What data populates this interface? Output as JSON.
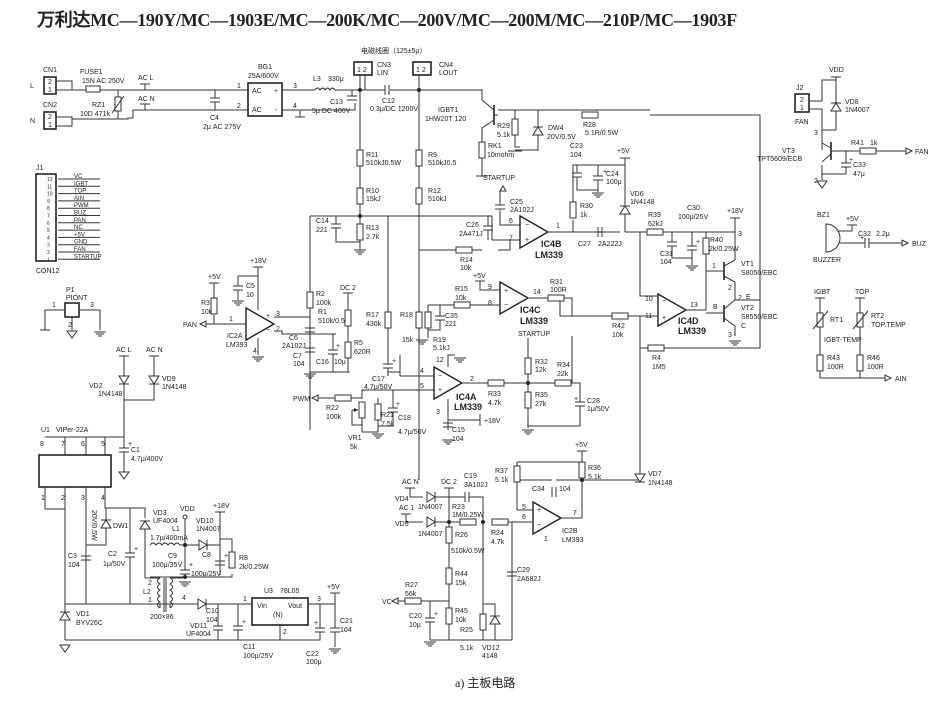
{
  "title": "万利达MC—190Y/MC—1903E/MC—200K/MC—200V/MC—200M/MC—210P/MC—1903F",
  "caption": "a) 主板电路",
  "coil_note": "电磁线圈（125±5μ）",
  "connectors": {
    "cn1": {
      "ref": "CN1",
      "line": "L",
      "pins": [
        "2",
        "1"
      ]
    },
    "cn2": {
      "ref": "CN2",
      "line": "N",
      "pins": [
        "2",
        "1"
      ]
    },
    "cn3": {
      "ref": "CN3",
      "name": "LIN",
      "pins": "1 2"
    },
    "cn4": {
      "ref": "CN4",
      "name": "LOUT",
      "pins": "1 2"
    },
    "j1": {
      "ref": "J1",
      "part": "CON12",
      "pins": [
        {
          "num": "12",
          "signal": "VC"
        },
        {
          "num": "11",
          "signal": "IGBT"
        },
        {
          "num": "10",
          "signal": "TOP"
        },
        {
          "num": "9",
          "signal": "AIN"
        },
        {
          "num": "8",
          "signal": "PWM"
        },
        {
          "num": "7",
          "signal": "BUZ"
        },
        {
          "num": "6",
          "signal": "PAN"
        },
        {
          "num": "5",
          "signal": "NC"
        },
        {
          "num": "4",
          "signal": "+5V"
        },
        {
          "num": "3",
          "signal": "GND"
        },
        {
          "num": "2",
          "signal": "FAN"
        },
        {
          "num": "1",
          "signal": "STARTUP"
        }
      ]
    },
    "j2": {
      "ref": "J2",
      "name": "FAN",
      "pins": [
        "2",
        "1"
      ]
    },
    "p1": {
      "ref": "P1",
      "name": "PIONT",
      "pins": [
        "1",
        "2",
        "3"
      ]
    }
  },
  "components": {
    "fuse1": {
      "ref": "FUSE1",
      "value": "15N AC 250V"
    },
    "rz1": {
      "ref": "RZ1",
      "value": "10D 471k"
    },
    "c4": {
      "ref": "C4",
      "value": "2μ AC 275V"
    },
    "bg1": {
      "ref": "BG1",
      "value": "25A/600V",
      "pin_ac": "AC",
      "pin_plus": "+",
      "pin_minus": "-",
      "pins": [
        "1",
        "2",
        "3",
        "4"
      ]
    },
    "l3": {
      "ref": "L3",
      "value": "330μ"
    },
    "c13": {
      "ref": "C13",
      "value": "5μ DC 400V"
    },
    "c12": {
      "ref": "C12",
      "value": "0.3μ/DC 1200V"
    },
    "igbt1": {
      "ref": "IGBT1",
      "value": "1HW20T 120"
    },
    "r29": {
      "ref": "R29",
      "value": "5.1k"
    },
    "rk1": {
      "ref": "RK1",
      "value": "10mohm"
    },
    "dw4": {
      "ref": "DW4",
      "value": "20V/0.5V"
    },
    "r28": {
      "ref": "R28",
      "value": "5.1R/0.5W"
    },
    "c23": {
      "ref": "C23",
      "value": "104"
    },
    "c24": {
      "ref": "C24",
      "value": "100μ"
    },
    "vd6": {
      "ref": "VD6",
      "value": "1N4148"
    },
    "r11": {
      "ref": "R11",
      "value": "510kJ0.5W"
    },
    "r9": {
      "ref": "R9",
      "value": "510kJ0.5"
    },
    "r10": {
      "ref": "R10",
      "value": "15kJ"
    },
    "r12": {
      "ref": "R12",
      "value": "510kJ"
    },
    "r13": {
      "ref": "R13",
      "value": "2.7k"
    },
    "c14": {
      "ref": "C14",
      "value": "221"
    },
    "c25": {
      "ref": "C25",
      "value": "2A102J"
    },
    "c26": {
      "ref": "C26",
      "value": "2A471J"
    },
    "r14": {
      "ref": "R14",
      "value": "10k"
    },
    "r30": {
      "ref": "R30",
      "value": "1k"
    },
    "c27": {
      "ref": "C27",
      "value": "2A222J"
    },
    "r39": {
      "ref": "R39",
      "value": "62kJ"
    },
    "c30": {
      "ref": "C30",
      "value": "100μ/25V"
    },
    "c31": {
      "ref": "C31",
      "value": "104"
    },
    "r40": {
      "ref": "R40",
      "value": "2k/0.25W"
    },
    "vt1": {
      "ref": "VT1",
      "value": "S8050/EBC"
    },
    "vt2": {
      "ref": "VT2",
      "value": "S8550/EBC"
    },
    "r15": {
      "ref": "R15",
      "value": "10k"
    },
    "r31": {
      "ref": "R31",
      "value": "100R"
    },
    "r42": {
      "ref": "R42",
      "value": "10k"
    },
    "r4": {
      "ref": "R4",
      "value": "1M5"
    },
    "r3": {
      "ref": "R3",
      "value": "10k"
    },
    "c5": {
      "ref": "C5",
      "value": "10"
    },
    "r2": {
      "ref": "R2",
      "value": "100k"
    },
    "r1": {
      "ref": "R1",
      "value": "510k/0.5V"
    },
    "c6": {
      "ref": "C6",
      "value": "2A102J"
    },
    "c7": {
      "ref": "C7",
      "value": "104"
    },
    "c16": {
      "ref": "C16",
      "value": "10μ"
    },
    "r5": {
      "ref": "R5",
      "value": "620R"
    },
    "r17": {
      "ref": "R17",
      "value": "430k"
    },
    "r18": {
      "ref": "R18",
      "value": "15k"
    },
    "r19": {
      "ref": "R19",
      "value": "5.1kJ"
    },
    "c35": {
      "ref": "C35",
      "value": "221"
    },
    "c17": {
      "ref": "C17",
      "value": "4.7μ/50V"
    },
    "r22": {
      "ref": "R22",
      "value": "100k"
    },
    "vr1": {
      "ref": "VR1",
      "value": "5k"
    },
    "r21": {
      "ref": "R21",
      "value": "7.5k"
    },
    "c18": {
      "ref": "C18",
      "value": "4.7μ/50V"
    },
    "c15": {
      "ref": "C15",
      "value": "104"
    },
    "r33": {
      "ref": "R33",
      "value": "4.7k"
    },
    "r32": {
      "ref": "R32",
      "value": "12k"
    },
    "r34": {
      "ref": "R34",
      "value": "22k"
    },
    "r35": {
      "ref": "R35",
      "value": "27k"
    },
    "c28": {
      "ref": "C28",
      "value": "1μ/50V"
    },
    "vd2": {
      "ref": "VD2",
      "value": "1N4148"
    },
    "vd9": {
      "ref": "VD9",
      "value": "1N4148"
    },
    "u1": {
      "ref": "U1",
      "value": "VIPer-22A",
      "pins_top": [
        "8",
        "7",
        "6",
        "5"
      ],
      "pins_bottom": [
        "1",
        "2",
        "3",
        "4"
      ]
    },
    "c1": {
      "ref": "C1",
      "value": "4.7μ/400V"
    },
    "dw1": {
      "ref": "DW1",
      "value": "20V/0.5W"
    },
    "c3": {
      "ref": "C3",
      "value": "104"
    },
    "c2": {
      "ref": "C2",
      "value": "1μ/50V"
    },
    "vd3": {
      "ref": "VD3",
      "value": "UF4004"
    },
    "l1": {
      "ref": "L1",
      "value": "1.7μ/400mA"
    },
    "vd10": {
      "ref": "VD10",
      "value": "1N4007"
    },
    "c9": {
      "ref": "C9",
      "value": "100μ/35V"
    },
    "c8": {
      "ref": "C8",
      "value": "100μ/25V"
    },
    "r8": {
      "ref": "R8",
      "value": "2k/0.25W"
    },
    "l2": {
      "ref": "L2",
      "value": "200×86"
    },
    "vd11": {
      "ref": "VD11",
      "value": "UF4004"
    },
    "vd1": {
      "ref": "VD1",
      "value": "BYV26C"
    },
    "c10": {
      "ref": "C10",
      "value": "104"
    },
    "c11": {
      "ref": "C11",
      "value": "100μ/25V"
    },
    "u3": {
      "ref": "U3",
      "value": "78L05",
      "vin": "Vin",
      "vout": "Vout",
      "pkg": "(N)"
    },
    "c22": {
      "ref": "C22",
      "value": "100μ"
    },
    "c21": {
      "ref": "C21",
      "value": "104"
    },
    "vd4": {
      "ref": "VD4",
      "value": "1N4007"
    },
    "vd5": {
      "ref": "VD5",
      "value": "1N4007"
    },
    "c19": {
      "ref": "C19",
      "value": "3A102J"
    },
    "r23": {
      "ref": "R23",
      "value": "1M/0.25W"
    },
    "r24": {
      "ref": "R24",
      "value": "4.7k"
    },
    "r26": {
      "ref": "R26",
      "value": "510k/0.5W"
    },
    "r44": {
      "ref": "R44",
      "value": "15k"
    },
    "r27": {
      "ref": "R27",
      "value": "56k"
    },
    "c20": {
      "ref": "C20",
      "value": "10μ"
    },
    "r45": {
      "ref": "R45",
      "value": "10k"
    },
    "r25": {
      "ref": "R25",
      "value": "5.1k"
    },
    "vd12": {
      "ref": "VD12",
      "value": "4148"
    },
    "c29": {
      "ref": "C29",
      "value": "2A682J"
    },
    "r37": {
      "ref": "R37",
      "value": "5.1k"
    },
    "r36": {
      "ref": "R36",
      "value": "5.1k"
    },
    "c34": {
      "ref": "C34",
      "value": "104"
    },
    "vd7": {
      "ref": "VD7",
      "value": "1N4148"
    },
    "vd8": {
      "ref": "VD8",
      "value": "1N4007"
    },
    "vt3": {
      "ref": "VT3",
      "value": "TPT5609/ECB"
    },
    "r41": {
      "ref": "R41",
      "value": "1k"
    },
    "c33": {
      "ref": "C33",
      "value": "47μ"
    },
    "bz1": {
      "ref": "BZ1",
      "value": "BUZZER"
    },
    "c32": {
      "ref": "C32",
      "value": "2.2μ"
    },
    "rt1": {
      "ref": "RT1",
      "value": "IGBT-TEMP"
    },
    "rt2": {
      "ref": "RT2",
      "value": "TOP.TEMP"
    },
    "r43": {
      "ref": "R43",
      "value": "100R"
    },
    "r46": {
      "ref": "R46",
      "value": "100R"
    }
  },
  "ics": {
    "ic4b": {
      "ref": "IC4B",
      "part": "LM339"
    },
    "ic4c": {
      "ref": "IC4C",
      "part": "LM339"
    },
    "ic4d": {
      "ref": "IC4D",
      "part": "LM339"
    },
    "ic4a": {
      "ref": "IC4A",
      "part": "LM339"
    },
    "ic2a": {
      "ref": "IC2A",
      "part": "LM393"
    },
    "ic2b": {
      "ref": "IC2B",
      "part": "LM393"
    }
  },
  "nets": {
    "acl": "AC L",
    "acn": "AC N",
    "ac1": "AC 1",
    "dc2": "DC 2",
    "p5v": "+5V",
    "p18v": "+18V",
    "vdd": "VDD",
    "startup": "STARTUP",
    "pan": "PAN",
    "pwm": "PWM",
    "fan": "FAN",
    "buz": "BUZ",
    "ain": "AIN",
    "vc": "VC",
    "igbt": "IGBT",
    "top": "TOP",
    "line_l": "L",
    "line_n": "N"
  },
  "pin_numbers": {
    "n1": "1",
    "n2": "2",
    "n3": "3",
    "n4": "4",
    "n5": "5",
    "n6": "6",
    "n7": "7",
    "n8": "8",
    "n9": "9",
    "n10": "10",
    "n11": "11",
    "n12": "12",
    "n13": "13",
    "n14": "14",
    "b": "B",
    "e": "E",
    "c": "C"
  }
}
